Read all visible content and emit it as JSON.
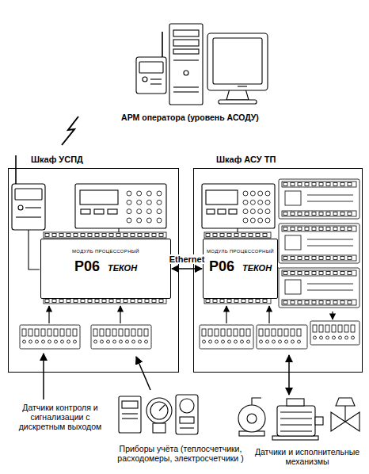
{
  "diagram": {
    "nodes": [
      {
        "text": [
          "Шкаф УСПД"
        ]
      },
      {
        "text": [
          "МОДУЛЬ ПРОЦЕССОРНЫЙ",
          "Р06",
          "ТЕКОН"
        ],
        "in": 0
      },
      {
        "text": [
          "Шкаф АСУ ТП"
        ]
      },
      {
        "text": [
          "МОДУЛЬ ПРОЦЕССОРНЫЙ",
          "Р06",
          "ТЕКОН"
        ],
        "in": 2
      }
    ],
    "edges": [
      {
        "from": 1,
        "to": 3,
        "arrow": "both",
        "label": "Ethernet"
      }
    ],
    "labels": [
      "АРМ оператора (уровень АСОДУ)",
      "Датчики контроля и сигнализации с дискретным выходом",
      "Приборы учёта (теплосчетчики, расходомеры, электросчетчики )",
      "Датчики и исполнительные механизмы"
    ]
  }
}
